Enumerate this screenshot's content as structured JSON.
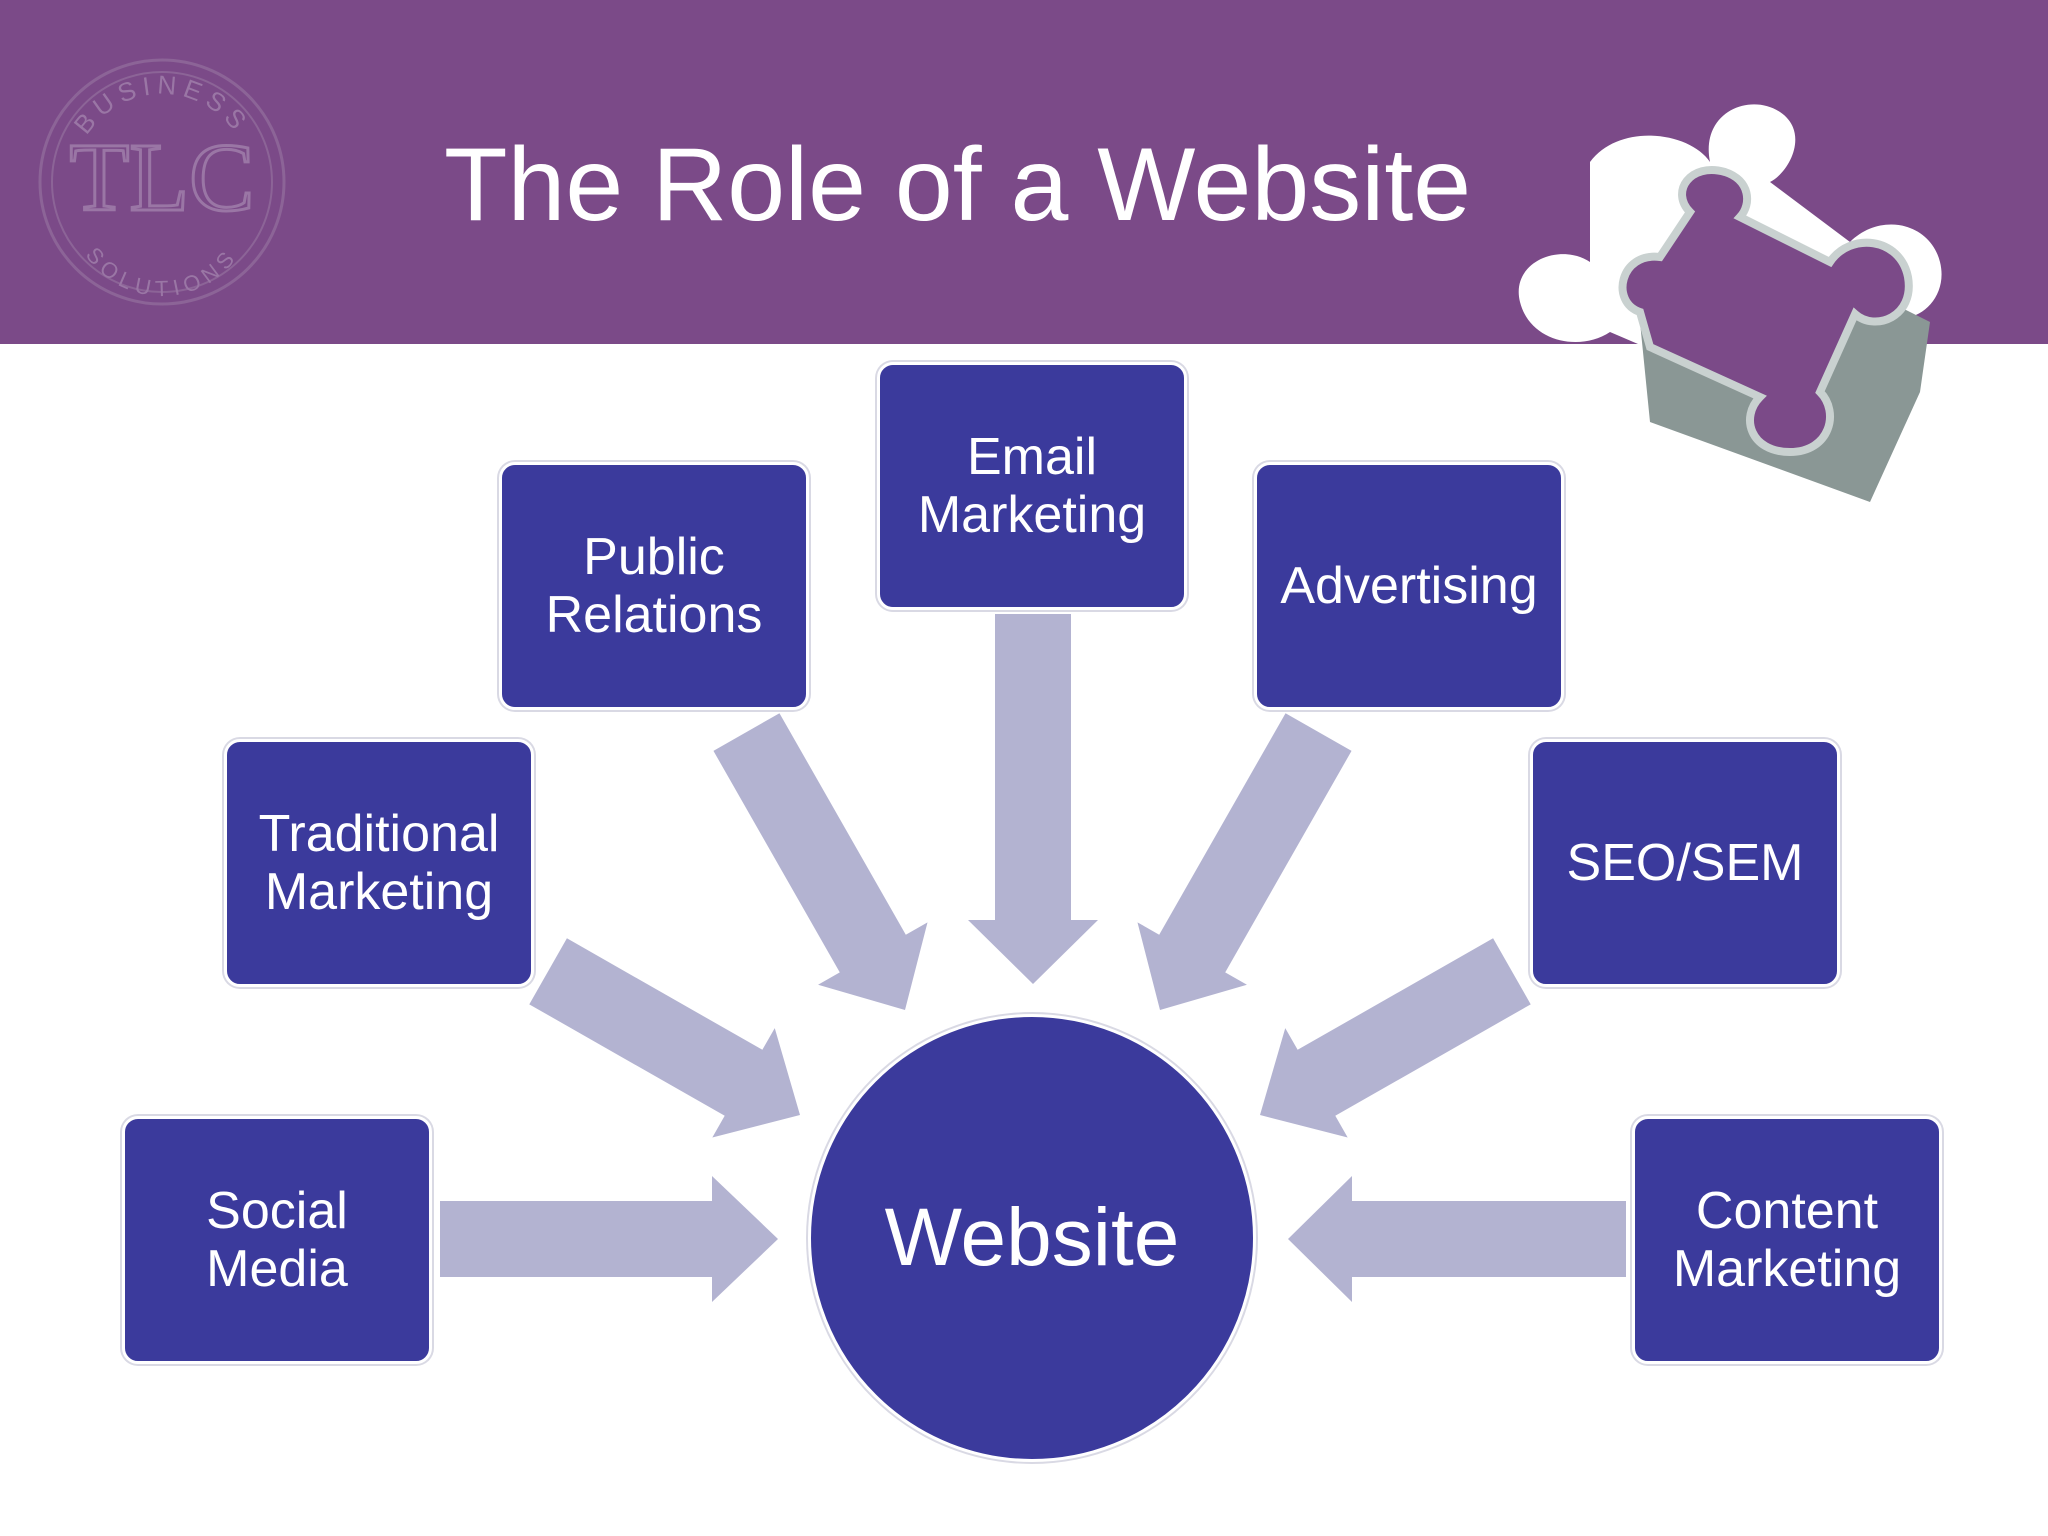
{
  "slide": {
    "title": "The Role of a Website"
  },
  "logo": {
    "top_text": "BUSINESS",
    "mark_text": "TLC",
    "bottom_text": "SOLUTIONS"
  },
  "diagram": {
    "center": {
      "label": "Website"
    },
    "nodes": [
      {
        "id": "social-media",
        "label": "Social\nMedia"
      },
      {
        "id": "traditional-marketing",
        "label": "Traditional\nMarketing"
      },
      {
        "id": "public-relations",
        "label": "Public\nRelations"
      },
      {
        "id": "email-marketing",
        "label": "Email\nMarketing"
      },
      {
        "id": "advertising",
        "label": "Advertising"
      },
      {
        "id": "seo-sem",
        "label": "SEO/SEM"
      },
      {
        "id": "content-marketing",
        "label": "Content\nMarketing"
      }
    ],
    "colors": {
      "header": "#7b4a88",
      "node_fill": "#3b3a9c",
      "arrow": "#b3b3d1"
    }
  }
}
